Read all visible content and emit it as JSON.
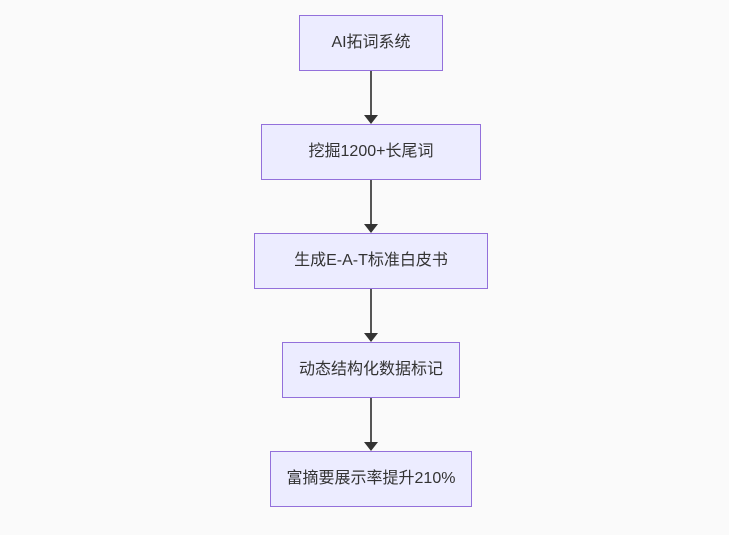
{
  "page": {
    "background_color": "#fafafa"
  },
  "flowchart": {
    "type": "flowchart",
    "direction": "top-down",
    "node_fill_color": "#ECECFF",
    "node_border_color": "#9370DB",
    "node_text_color": "#333333",
    "edge_line_color": "#555555",
    "arrowhead_color": "#333333",
    "nodes": [
      {
        "id": "n1",
        "label": "AI拓词系统"
      },
      {
        "id": "n2",
        "label": "挖掘1200+长尾词"
      },
      {
        "id": "n3",
        "label": "生成E-A-T标准白皮书"
      },
      {
        "id": "n4",
        "label": "动态结构化数据标记"
      },
      {
        "id": "n5",
        "label": "富摘要展示率提升210%"
      }
    ],
    "edges": [
      {
        "from": "n1",
        "to": "n2"
      },
      {
        "from": "n2",
        "to": "n3"
      },
      {
        "from": "n3",
        "to": "n4"
      },
      {
        "from": "n4",
        "to": "n5"
      }
    ]
  }
}
